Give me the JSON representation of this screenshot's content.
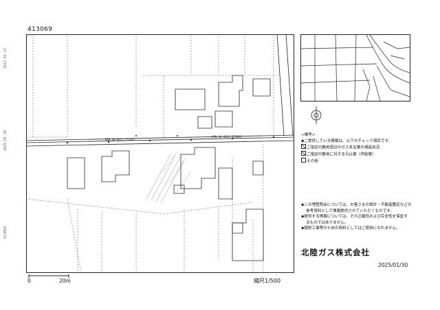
{
  "document": {
    "id": "413069",
    "margin_stamps": [
      "2012-01-17",
      "2025-01-30",
      "413069"
    ],
    "company": "北陸ガス株式会社",
    "date": "2025/01/30",
    "scale": {
      "zero": "0",
      "distance": "20m",
      "ratio": "縮尺1/500"
    }
  },
  "map": {
    "road_labels": {
      "left": "KPN 50 8211 257041",
      "right": "KPN 50 8211 257041"
    }
  },
  "notes": {
    "heading": "<備考>",
    "intro": "ご提供している情報は、以下のチェック項目です。",
    "items": [
      {
        "checked": true,
        "label": "ご指定の敷地周辺のガス本支管の埋設状況"
      },
      {
        "checked": true,
        "label": "ご指定の敷地に対する引込管（供給管）"
      },
      {
        "checked": false,
        "label": "その他"
      }
    ]
  },
  "disclaimers": [
    "◆この埋管照会については、お客さまの設計・不動産鑑定などの",
    "参考資料として情報提供させていただくものです。",
    "◆提供する情報については、その正確性および完全性を保証す",
    "るものではありません。",
    "◆掘削工事等のための資料としてはご使用になれません。"
  ]
}
